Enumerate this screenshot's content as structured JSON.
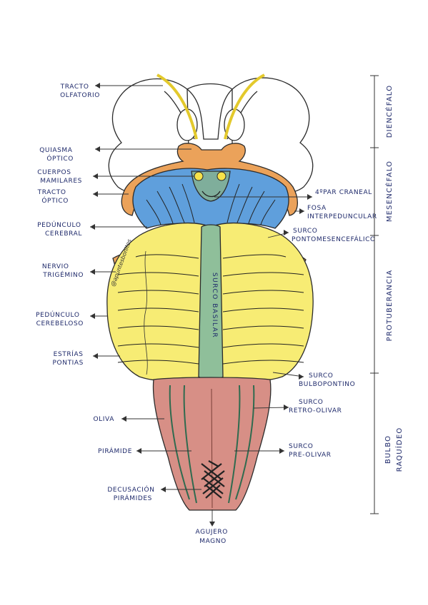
{
  "colors": {
    "yellow": "#f7ec74",
    "blue": "#5f9fdc",
    "orange": "#eba25a",
    "green": "#8fbf9a",
    "red": "#d78f86",
    "ink": "#1f2a6b"
  },
  "labels_left": {
    "tracto_olfatorio": [
      "TRACTO",
      "OLFATORIO"
    ],
    "quiasma_optico": [
      "QUIASMA",
      "ÓPTICO"
    ],
    "cuerpos_mamilares": [
      "CUERPOS",
      "MAMILARES"
    ],
    "tracto_optico": [
      "TRACTO",
      "ÓPTICO"
    ],
    "pedunculo_cerebral": [
      "PEDÚNCULO",
      "CEREBRAL"
    ],
    "nervio_trigemino": [
      "NERVIO",
      "TRIGÉMINO"
    ],
    "pedunculo_cerebeloso": [
      "PEDÚNCULO",
      "CEREBELOSO"
    ],
    "estrias_pontias": [
      "ESTRÍAS",
      "PONTIAS"
    ],
    "oliva": [
      "OLIVA"
    ],
    "piramide": [
      "PIRÁMIDE"
    ],
    "decusacion_piramides": [
      "DECUSACIÓN",
      "PIRÁMIDES"
    ]
  },
  "labels_right": {
    "par_craneal": [
      "4ºPAR CRANEAL"
    ],
    "fosa_interpeduncular": [
      "FOSA",
      "INTERPEDUNCULAR"
    ],
    "surco_pontomesencefalico": [
      "SURCO",
      "PONTOMESENCEFÁLICO"
    ],
    "surco_bulbopontino": [
      "SURCO",
      "BULBOPONTINO"
    ],
    "surco_retro_olivar": [
      "SURCO",
      "RETRO-OLIVAR"
    ],
    "surco_pre_olivar": [
      "SURCO",
      "PRE-OLIVAR"
    ]
  },
  "label_bottom": [
    "AGUJERO",
    "MAGNO"
  ],
  "inner_label": "SURCO BASILAR",
  "regions": [
    "DIENCÉFALO",
    "MESENCÉFALO",
    "PROTUBERANCIA",
    "BULBO",
    "RAQUÍDEO"
  ],
  "watermark": "@apuntesbonitos"
}
